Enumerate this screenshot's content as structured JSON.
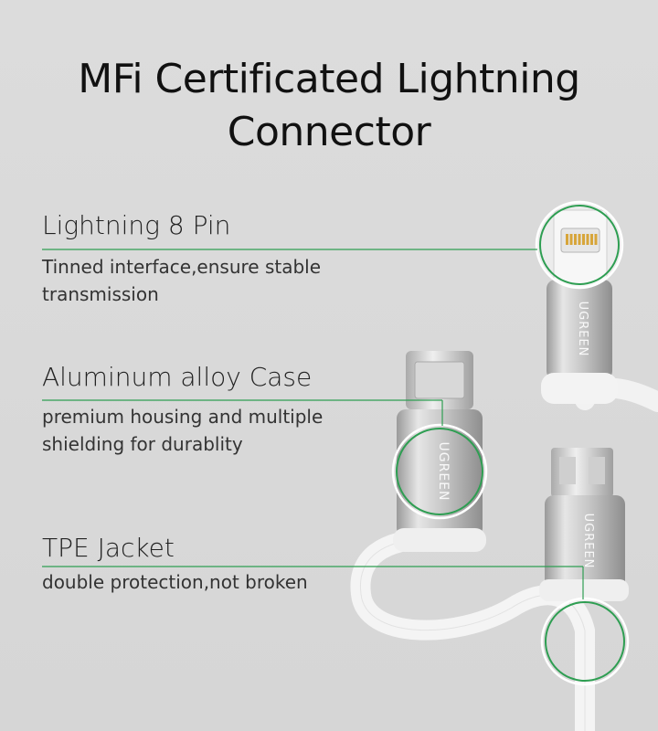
{
  "title": {
    "line1": "MFi Certificated Lightning",
    "line2": "Connector"
  },
  "features": [
    {
      "title": "Lightning 8 Pin",
      "desc": "Tinned interface,ensure stable transmission"
    },
    {
      "title": "Aluminum alloy Case",
      "desc": "premium housing and multiple shielding for durablity"
    },
    {
      "title": "TPE Jacket",
      "desc": "double protection,not broken"
    }
  ],
  "brand": "UGREEN",
  "colors": {
    "accent": "#2e9e52",
    "background": "#d9d9d9"
  }
}
